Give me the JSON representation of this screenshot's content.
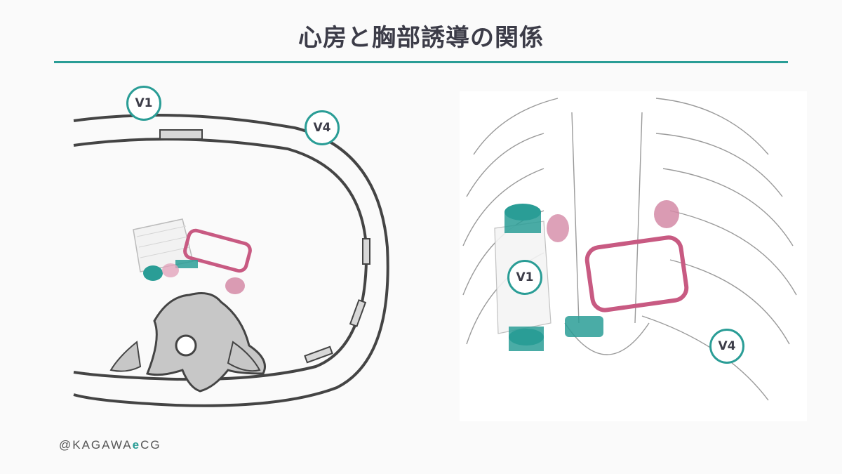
{
  "title": "心房と胸部誘導の関係",
  "left_diagram": {
    "leads": [
      {
        "label": "V1"
      },
      {
        "label": "V4"
      }
    ]
  },
  "right_diagram": {
    "leads": [
      {
        "label": "V1"
      },
      {
        "label": "V4"
      }
    ]
  },
  "credit": {
    "prefix": "@KAGAWA",
    "mark": "e",
    "suffix": "CG"
  },
  "colors": {
    "accent": "#2a9d96",
    "atrium_pink": "#c85a82",
    "title_text": "#3c3c48"
  }
}
